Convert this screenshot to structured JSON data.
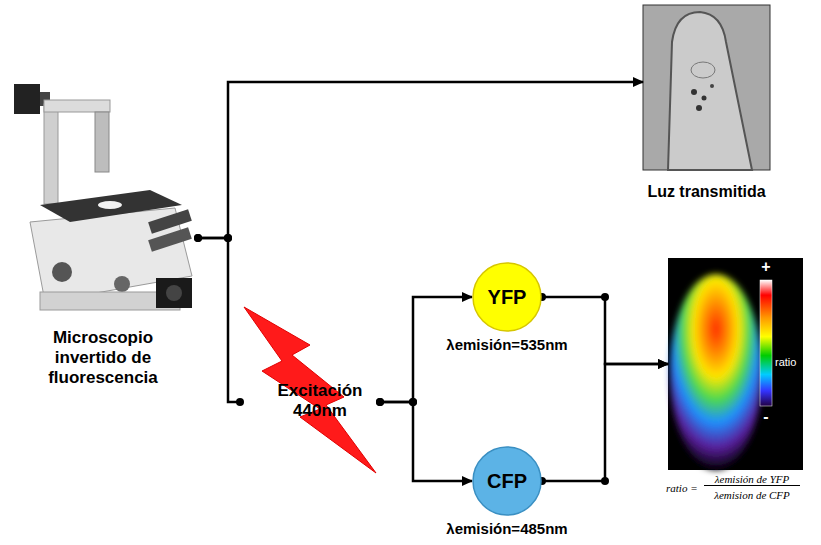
{
  "diagram": {
    "nodes": [
      {
        "text": [
          "Microscopio invertido de fluorescencia"
        ]
      },
      {
        "text": [
          "Luz transmitida"
        ]
      },
      {
        "text": [
          "Excitación 440nm"
        ]
      },
      {
        "text": [
          "YFP",
          "λemisión=535nm"
        ]
      },
      {
        "text": [
          "CFP",
          "λemisión=485nm"
        ]
      },
      {
        "text": [
          "+",
          "ratio",
          "-",
          "ratio =",
          "λemisión de YFP",
          "λemision de CFP"
        ]
      }
    ],
    "edges": [
      {
        "from": 0,
        "to": 1,
        "arrow": "to"
      },
      {
        "from": 0,
        "to": 2,
        "arrow": "none"
      },
      {
        "from": 2,
        "to": 3,
        "arrow": "to"
      },
      {
        "from": 2,
        "to": 4,
        "arrow": "to"
      },
      {
        "from": 3,
        "to": 5,
        "arrow": "to"
      },
      {
        "from": 4,
        "to": 5,
        "arrow": "to"
      }
    ]
  }
}
